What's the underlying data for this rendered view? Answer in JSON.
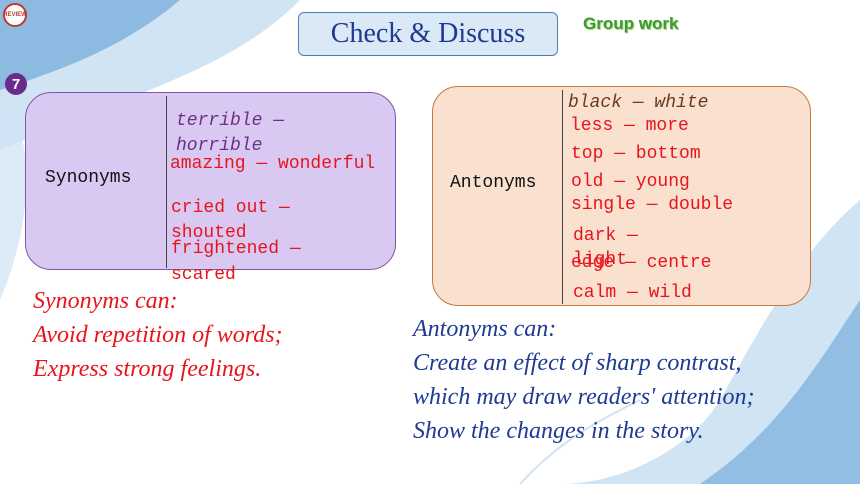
{
  "badge": {
    "review_text": "REVIEW"
  },
  "title": "Check & Discuss",
  "group_work": "Group work",
  "number": "7",
  "synonyms": {
    "label": "Synonyms",
    "pairs": [
      {
        "line1": "terrible —",
        "line2": "horrible"
      },
      {
        "line1": "amazing — wonderful",
        "line2": ""
      },
      {
        "line1": "cried out —",
        "line2": "shouted"
      },
      {
        "line1": "frightened —",
        "line2": "scared"
      }
    ],
    "notes": [
      "Synonyms can:",
      "Avoid repetition of words;",
      "Express strong feelings."
    ]
  },
  "antonyms": {
    "label": "Antonyms",
    "pairs": [
      "black — white",
      "less — more",
      "top — bottom",
      "old — young",
      "single — double",
      "dark —",
      "light",
      "edge — centre",
      "calm — wild"
    ],
    "notes": [
      "Antonyms can:",
      "Create an effect of sharp contrast,",
      "which may draw readers' attention;",
      "Show the changes in the story."
    ]
  },
  "colors": {
    "title_bg": "#dbe8f6",
    "synonym_box": "#d9c8f2",
    "antonym_box": "#f9e0cf",
    "red_text": "#e8141c",
    "blue_text": "#1f3a93"
  }
}
